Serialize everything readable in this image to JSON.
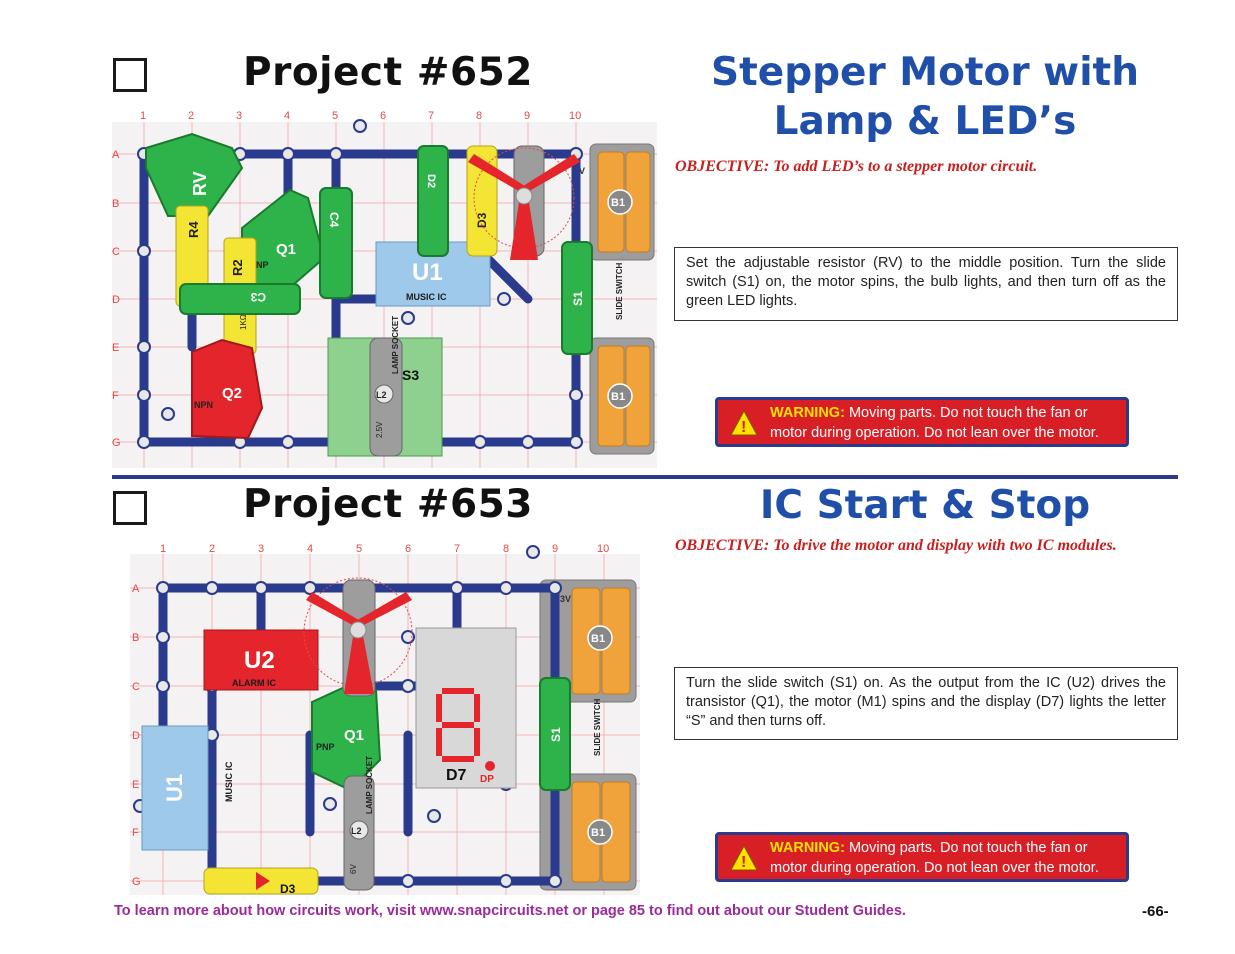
{
  "projects": [
    {
      "number": "Project #652",
      "title_lines": [
        "Stepper Motor with",
        "Lamp & LED’s"
      ],
      "objective": "OBJECTIVE:  To add LED’s to a stepper motor circuit.",
      "description": "Set the adjustable resistor (RV) to the middle position.  Turn the slide switch (S1) on, the motor spins, the bulb lights, and then turn off as the green LED lights.",
      "warning_label": "WARNING:",
      "warning_text": " Moving parts.  Do not touch the fan or motor during operation. Do not lean over the motor.",
      "diagram": {
        "columns": [
          "1",
          "2",
          "3",
          "4",
          "5",
          "6",
          "7",
          "8",
          "9",
          "10"
        ],
        "rows": [
          "A",
          "B",
          "C",
          "D",
          "E",
          "F",
          "G"
        ],
        "parts": {
          "rv": "RV",
          "u1": "U1",
          "music_ic": "MUSIC IC",
          "q1": "Q1",
          "q2": "Q2",
          "r2": "R2",
          "r4": "R4",
          "c3": "C3",
          "c4": "C4",
          "d3": "D3",
          "d2": "D2",
          "s3": "S3",
          "l2": "L2",
          "s1": "S1",
          "b1": "B1",
          "b1b": "B1",
          "pnp": "PNP",
          "npn": "NPN",
          "lamp_socket": "LAMP SOCKET",
          "slide_switch": "SLIDE SWITCH",
          "v3": "3V",
          "v25": "2.5V",
          "kohm": "1KΩ"
        }
      }
    },
    {
      "number": "Project #653",
      "title_lines": [
        "IC Start & Stop"
      ],
      "objective": "OBJECTIVE:  To drive the motor and display with two IC modules.",
      "description": "Turn the slide switch (S1) on.  As the output from the IC (U2) drives the transistor (Q1), the motor (M1) spins and the display (D7) lights the letter “S” and then turns off.",
      "warning_label": "WARNING:",
      "warning_text": " Moving parts.  Do not touch the fan or motor during operation. Do not lean over the motor.",
      "diagram": {
        "columns": [
          "1",
          "2",
          "3",
          "4",
          "5",
          "6",
          "7",
          "8",
          "9",
          "10"
        ],
        "rows": [
          "A",
          "B",
          "C",
          "D",
          "E",
          "F",
          "G"
        ],
        "parts": {
          "u2": "U2",
          "alarm_ic": "ALARM IC",
          "u1": "U1",
          "music_ic": "MUSIC IC",
          "q1": "Q1",
          "pnp": "PNP",
          "d7": "D7",
          "dp": "DP",
          "d3": "D3",
          "l2": "L2",
          "s1": "S1",
          "b1": "B1",
          "b1b": "B1",
          "lamp_socket": "LAMP SOCKET",
          "slide_switch": "SLIDE SWITCH",
          "v3": "3V",
          "v6": "6V"
        }
      }
    }
  ],
  "footer": "To learn more about how circuits work, visit www.snapcircuits.net or page 85 to find out about our Student Guides.",
  "page_number": "-66-",
  "colors": {
    "title_blue": "#1f4fa8",
    "objective_red": "#c8201f",
    "footer_purple": "#9b2a9a",
    "warning_red": "#d81f26",
    "warning_yellow": "#ffe100",
    "wire_blue": "#2a3a8c"
  }
}
